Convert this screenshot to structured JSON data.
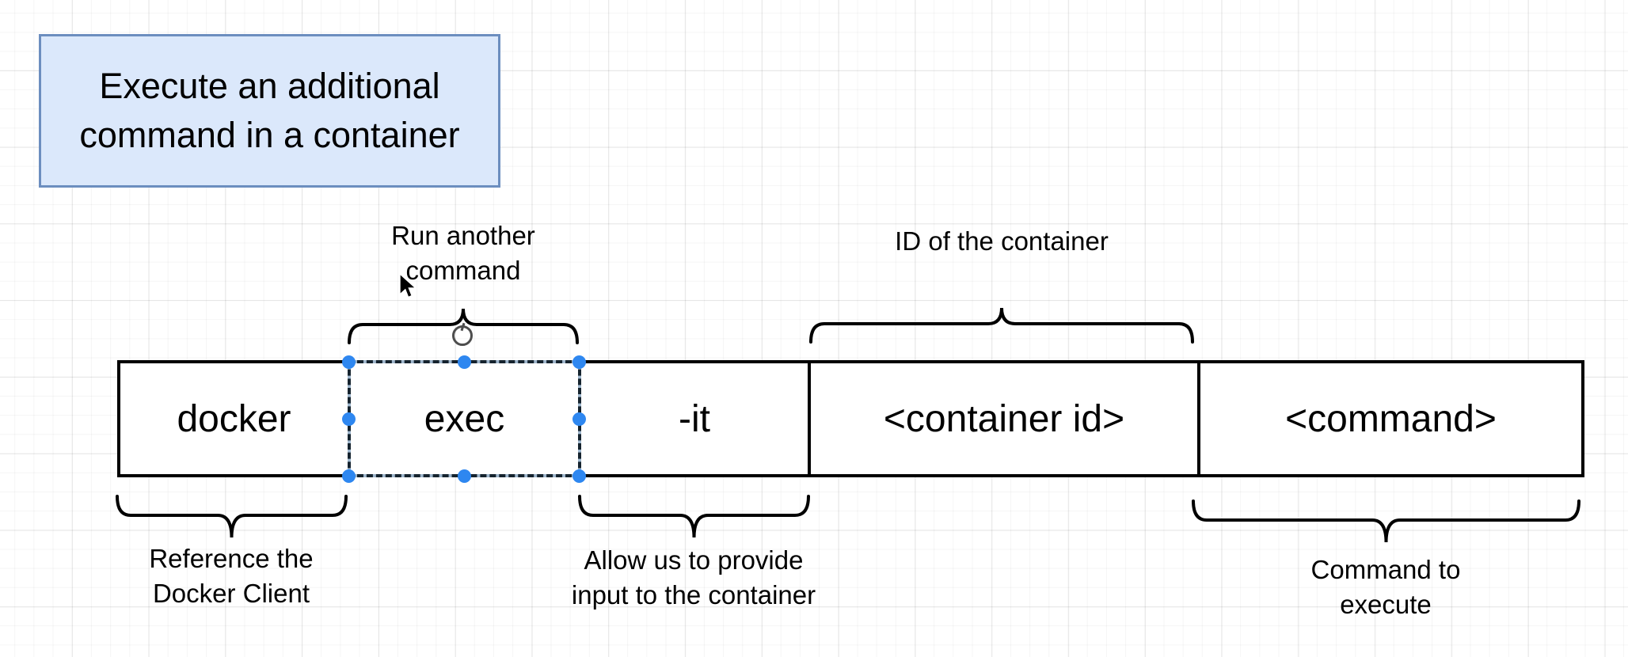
{
  "canvas": {
    "background": "#ffffff",
    "grid_minor_color": "#f4f4f4",
    "grid_major_color": "#e8e8e8"
  },
  "note": {
    "text": "Execute an additional\ncommand in a container",
    "fill_color": "#dbe8fb",
    "border_color": "#6c8ebf"
  },
  "command_boxes": [
    {
      "label": "docker",
      "selected": false
    },
    {
      "label": "exec",
      "selected": true
    },
    {
      "label": "-it",
      "selected": false
    },
    {
      "label": "<container id>",
      "selected": false
    },
    {
      "label": "<command>",
      "selected": false
    }
  ],
  "annotations": {
    "top": [
      {
        "text": "Run another\ncommand",
        "target": "exec"
      },
      {
        "text": "ID of the container",
        "target": "<container id>"
      }
    ],
    "bottom": [
      {
        "text": "Reference the\nDocker Client",
        "target": "docker"
      },
      {
        "text": "Allow us to provide\ninput to the container",
        "target": "-it"
      },
      {
        "text": "Command to\nexecute",
        "target": "<command>"
      }
    ]
  },
  "selection": {
    "handle_color": "#2e87f0",
    "dash_color": "#15232e",
    "icons": {
      "rotate": "rotate-icon",
      "cursor": "arrow-cursor"
    }
  }
}
